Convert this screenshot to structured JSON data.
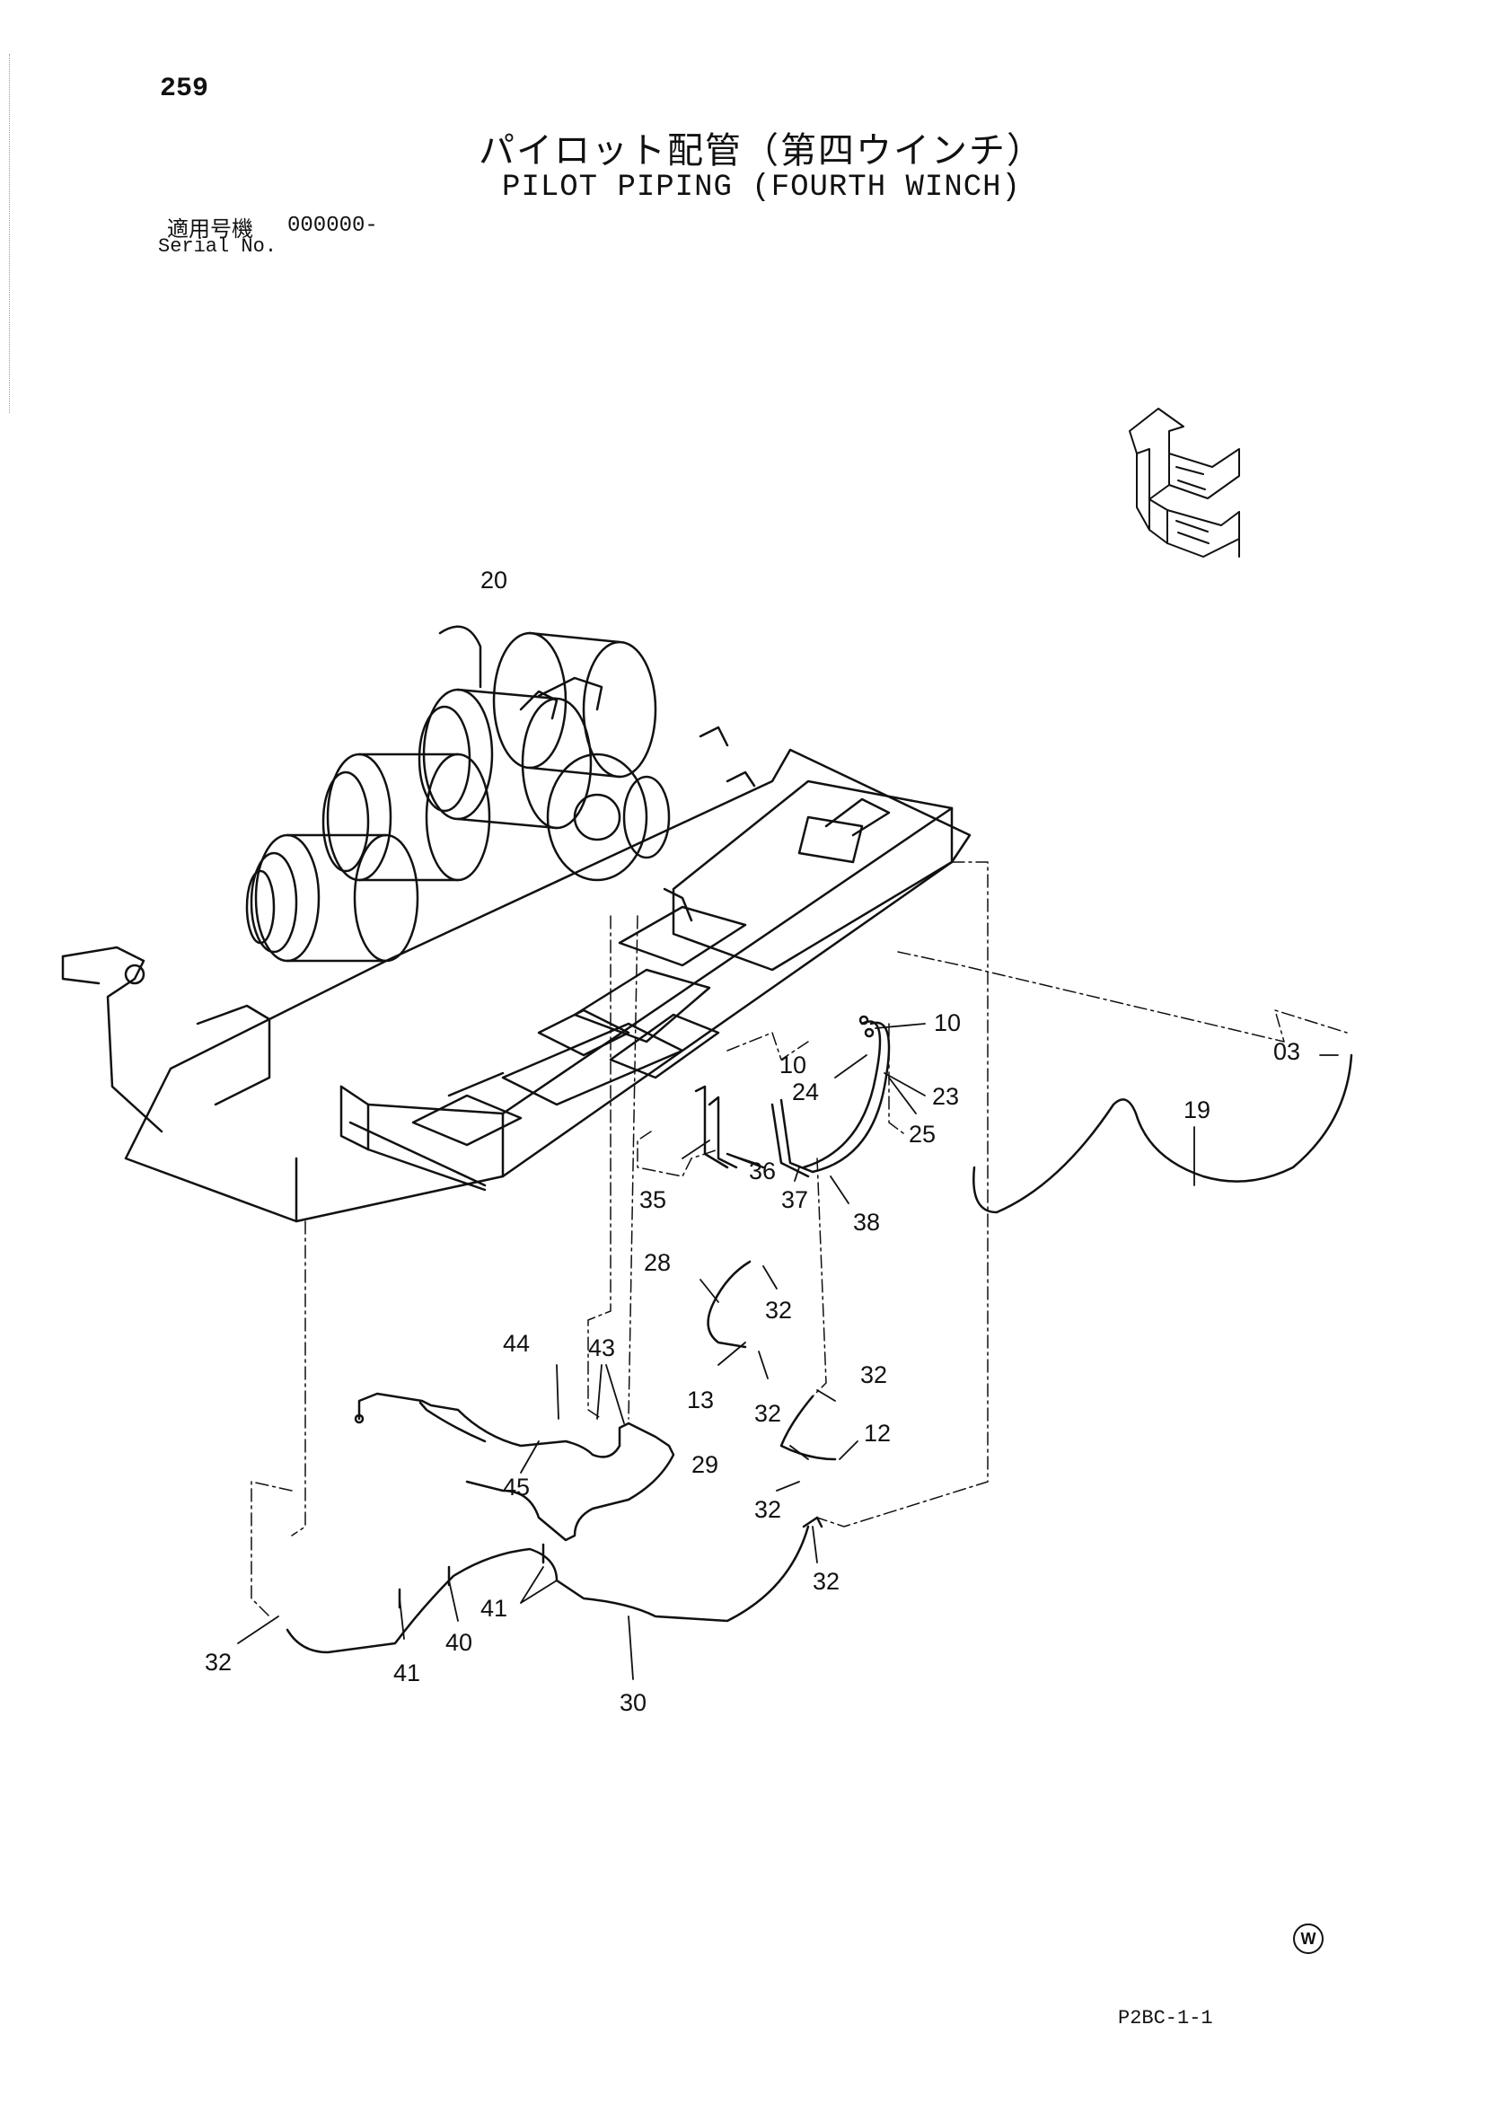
{
  "header": {
    "page_number": "259",
    "title_jp": "パイロット配管（第四ウインチ）",
    "title_en": "PILOT PIPING (FOURTH WINCH)",
    "serial_label_jp": "適用号機",
    "serial_value": "000000-",
    "serial_label_en": "Serial No."
  },
  "footer": {
    "code": "P2BC-1-1",
    "mark": "W"
  },
  "callouts": [
    {
      "id": "c20",
      "text": "20"
    },
    {
      "id": "c10a",
      "text": "10"
    },
    {
      "id": "c10b",
      "text": "10"
    },
    {
      "id": "c03",
      "text": "03"
    },
    {
      "id": "c24",
      "text": "24"
    },
    {
      "id": "c23",
      "text": "23"
    },
    {
      "id": "c25",
      "text": "25"
    },
    {
      "id": "c19",
      "text": "19"
    },
    {
      "id": "c36",
      "text": "36"
    },
    {
      "id": "c35",
      "text": "35"
    },
    {
      "id": "c37",
      "text": "37"
    },
    {
      "id": "c38",
      "text": "38"
    },
    {
      "id": "c28",
      "text": "28"
    },
    {
      "id": "c32a",
      "text": "32"
    },
    {
      "id": "c44",
      "text": "44"
    },
    {
      "id": "c43",
      "text": "43"
    },
    {
      "id": "c13",
      "text": "13"
    },
    {
      "id": "c32b",
      "text": "32"
    },
    {
      "id": "c32c",
      "text": "32"
    },
    {
      "id": "c32d",
      "text": "32"
    },
    {
      "id": "c12",
      "text": "12"
    },
    {
      "id": "c29",
      "text": "29"
    },
    {
      "id": "c45",
      "text": "45"
    },
    {
      "id": "c32e",
      "text": "32"
    },
    {
      "id": "c32f",
      "text": "32"
    },
    {
      "id": "c41a",
      "text": "41"
    },
    {
      "id": "c32g",
      "text": "32"
    },
    {
      "id": "c40",
      "text": "40"
    },
    {
      "id": "c41b",
      "text": "41"
    },
    {
      "id": "c30",
      "text": "30"
    }
  ]
}
